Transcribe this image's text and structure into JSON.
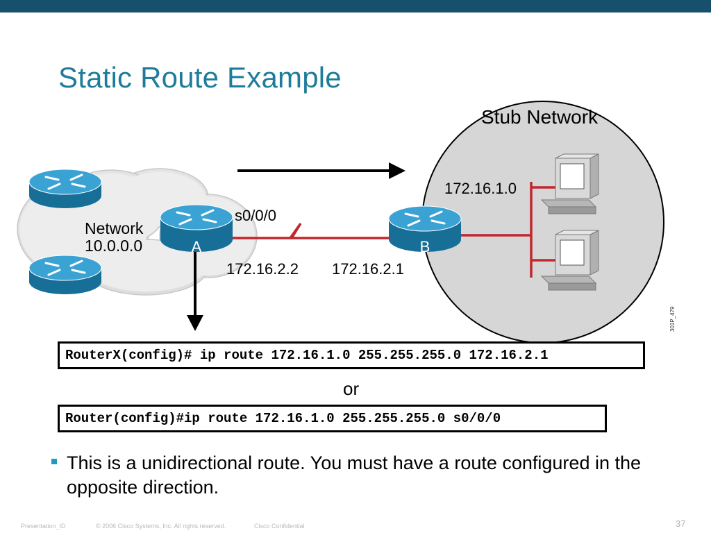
{
  "title": "Static Route Example",
  "diagram": {
    "stub_network_label": "Stub Network",
    "network_label_line1": "Network",
    "network_label_line2": "10.0.0.0",
    "router_a_label": "A",
    "router_b_label": "B",
    "interface_label": "s0/0/0",
    "ip_a": "172.16.2.2",
    "ip_b": "172.16.2.1",
    "stub_subnet": "172.16.1.0",
    "figure_code": "301P_479"
  },
  "commands": {
    "cmd1": "RouterX(config)# ip route 172.16.1.0 255.255.255.0 172.16.2.1",
    "or": "or",
    "cmd2": "Router(config)#ip route 172.16.1.0 255.255.255.0 s0/0/0"
  },
  "bullets": [
    "This is a unidirectional route. You must have a route configured in the opposite direction."
  ],
  "footer": {
    "presentation_id": "Presentation_ID",
    "copyright": "© 2006 Cisco Systems, Inc. All rights reserved.",
    "confidential": "Cisco Confidential",
    "page_number": "37"
  },
  "colors": {
    "top_bar": "#17506d",
    "title": "#1e7c9a",
    "router": "#1f8bbd",
    "link": "#c1272d",
    "stub_circle": "#d6d6d6"
  }
}
